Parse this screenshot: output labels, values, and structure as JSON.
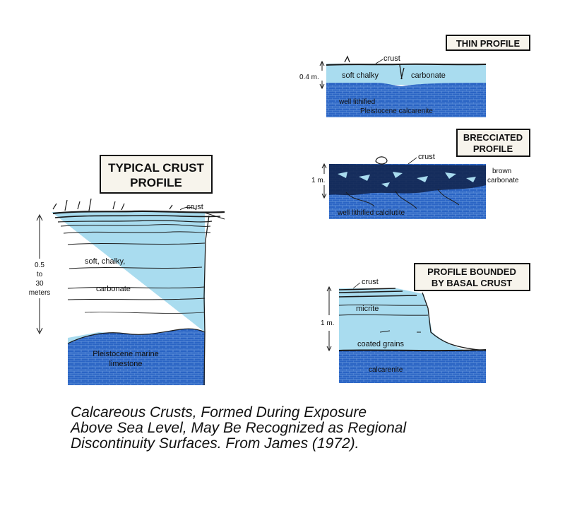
{
  "profiles": {
    "typical": {
      "title": [
        "TYPICAL CRUST",
        "PROFILE"
      ],
      "crust": "crust",
      "thickness": [
        "0.5",
        "to",
        "30",
        "meters"
      ],
      "soft": "soft, chalky,",
      "carbonate": "carbonate",
      "limestone": [
        "Pleistocene marine",
        "limestone"
      ]
    },
    "thin": {
      "title": "THIN PROFILE",
      "crust": "crust",
      "thickness": "0.4 m.",
      "soft": "soft chalky",
      "carbonate": "carbonate",
      "lithified": "well lithified",
      "calcarenite": "Pleistocene calcarenite"
    },
    "brecciated": {
      "title": [
        "BRECCIATED",
        "PROFILE"
      ],
      "crust": "crust",
      "thickness": "1 m.",
      "brown": [
        "brown",
        "carbonate"
      ],
      "calcilutite": "well lithified calcilutite"
    },
    "basal": {
      "title": [
        "PROFILE BOUNDED",
        "BY BASAL CRUST"
      ],
      "crust": "crust",
      "thickness": "1 m.",
      "micrite": "micrite",
      "coated": "coated grains",
      "calcarenite": "calcarenite"
    }
  },
  "caption": [
    "Calcareous Crusts, Formed During Exposure",
    "Above Sea Level, May Be Recognized as Regional",
    "Discontinuity Surfaces. From James (1972)."
  ],
  "colors": {
    "light_blue": "#a9dcef",
    "rock_blue": "#2a64c4",
    "ink": "#1a1a1a"
  }
}
